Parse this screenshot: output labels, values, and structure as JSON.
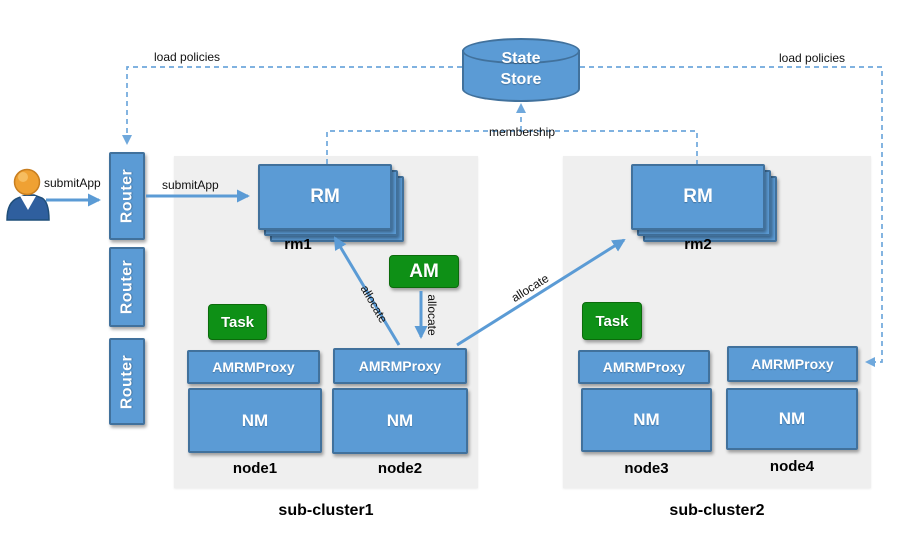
{
  "colors": {
    "box_blue": "#5B9BD5",
    "box_blue_border": "#41719C",
    "green": "#0E9016",
    "green_border": "#0B6B0B",
    "panel_gray": "#EFEFEF",
    "arrow_blue": "#5B9BD5",
    "dashed_blue": "#6FA8DC"
  },
  "icons": {
    "user": "user-person-icon",
    "state_store": "database-cylinder-icon"
  },
  "routers": [
    "Router",
    "Router",
    "Router"
  ],
  "state_store": {
    "line1": "State",
    "line2": "Store"
  },
  "labels": {
    "load_policies_left": "load policies",
    "load_policies_right": "load policies",
    "membership": "membership",
    "submit_app_user": "submitApp",
    "submit_app_router": "submitApp",
    "allocate_rm1": "allocate",
    "allocate_am": "allocate",
    "allocate_rm2": "allocate"
  },
  "sub_cluster1": {
    "title": "sub-cluster1",
    "rm": {
      "label": "RM",
      "caption": "rm1"
    },
    "am_label": "AM",
    "task_label": "Task",
    "nodes": [
      {
        "proxy": "AMRMProxy",
        "nm": "NM",
        "caption": "node1"
      },
      {
        "proxy": "AMRMProxy",
        "nm": "NM",
        "caption": "node2"
      }
    ]
  },
  "sub_cluster2": {
    "title": "sub-cluster2",
    "rm": {
      "label": "RM",
      "caption": "rm2"
    },
    "task_label": "Task",
    "nodes": [
      {
        "proxy": "AMRMProxy",
        "nm": "NM",
        "caption": "node3"
      },
      {
        "proxy": "AMRMProxy",
        "nm": "NM",
        "caption": "node4"
      }
    ]
  }
}
